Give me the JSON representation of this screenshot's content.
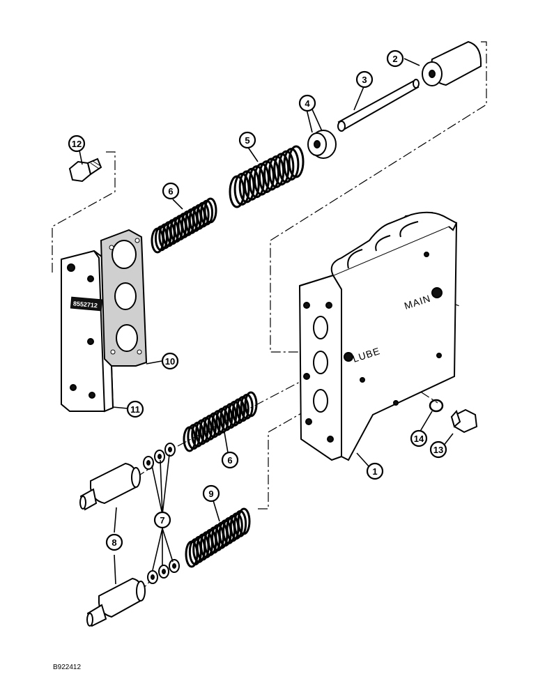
{
  "figure_id": "B922412",
  "port_labels": {
    "main": "MAIN",
    "lube": "LUBE"
  },
  "plate_marking": "8552712",
  "callouts": [
    "1",
    "2",
    "3",
    "4",
    "5",
    "6",
    "6",
    "7",
    "8",
    "9",
    "10",
    "11",
    "12",
    "13",
    "14"
  ]
}
